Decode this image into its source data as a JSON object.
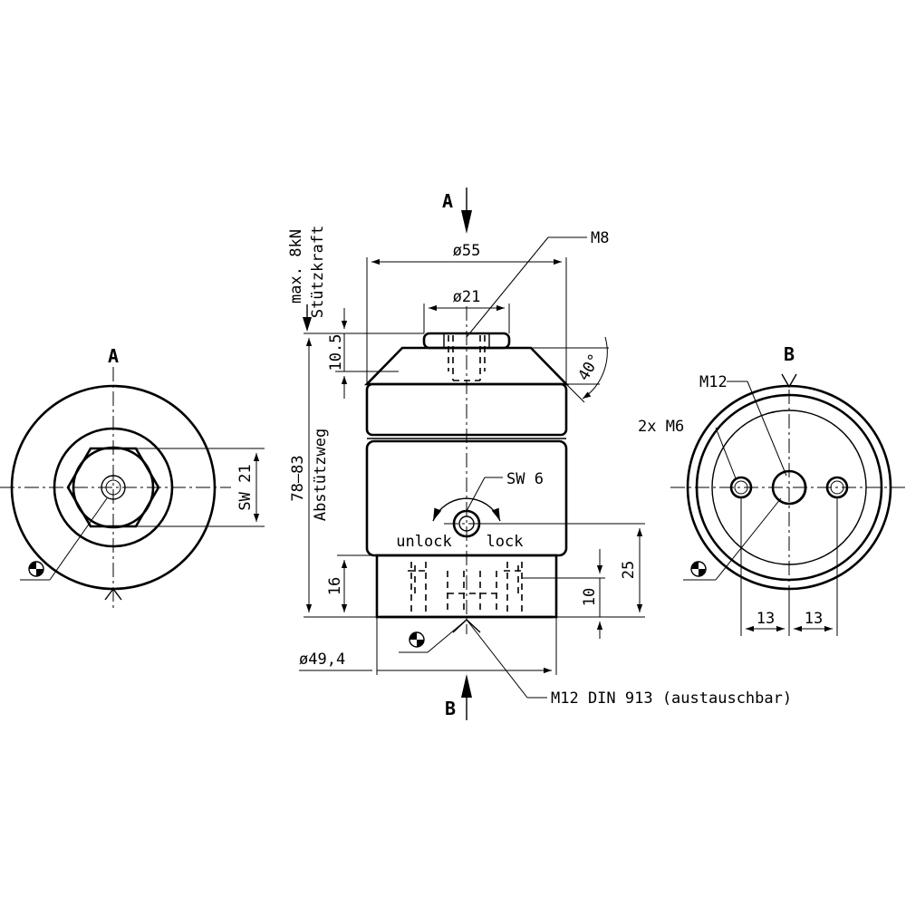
{
  "view_a": {
    "title": "A",
    "sw_label": "SW 21"
  },
  "view_b": {
    "title": "B",
    "m12_label": "M12",
    "m6_label": "2x M6",
    "dim_left": "13",
    "dim_right": "13"
  },
  "side_view": {
    "arrow_top_label": "A",
    "arrow_bottom_label": "B",
    "dia_55": "ø55",
    "m8_label": "M8",
    "dia_21": "ø21",
    "angle_40": "40°",
    "height_10_5": "10.5",
    "force_line1": "max. 8kN",
    "force_line2": "Stützkraft",
    "stroke_range": "78–83",
    "stroke_label": "Abstützweg",
    "sw6_label": "SW 6",
    "unlock_label": "unlock",
    "lock_label": "lock",
    "dim_16": "16",
    "dim_10": "10",
    "dim_25": "25",
    "dia_49_4": "ø49,4",
    "m12_din_label": "M12 DIN 913 (austauschbar)"
  },
  "icons": [
    "projection-symbol-icon",
    "view-arrow-icon",
    "rotation-arrow-icon"
  ]
}
